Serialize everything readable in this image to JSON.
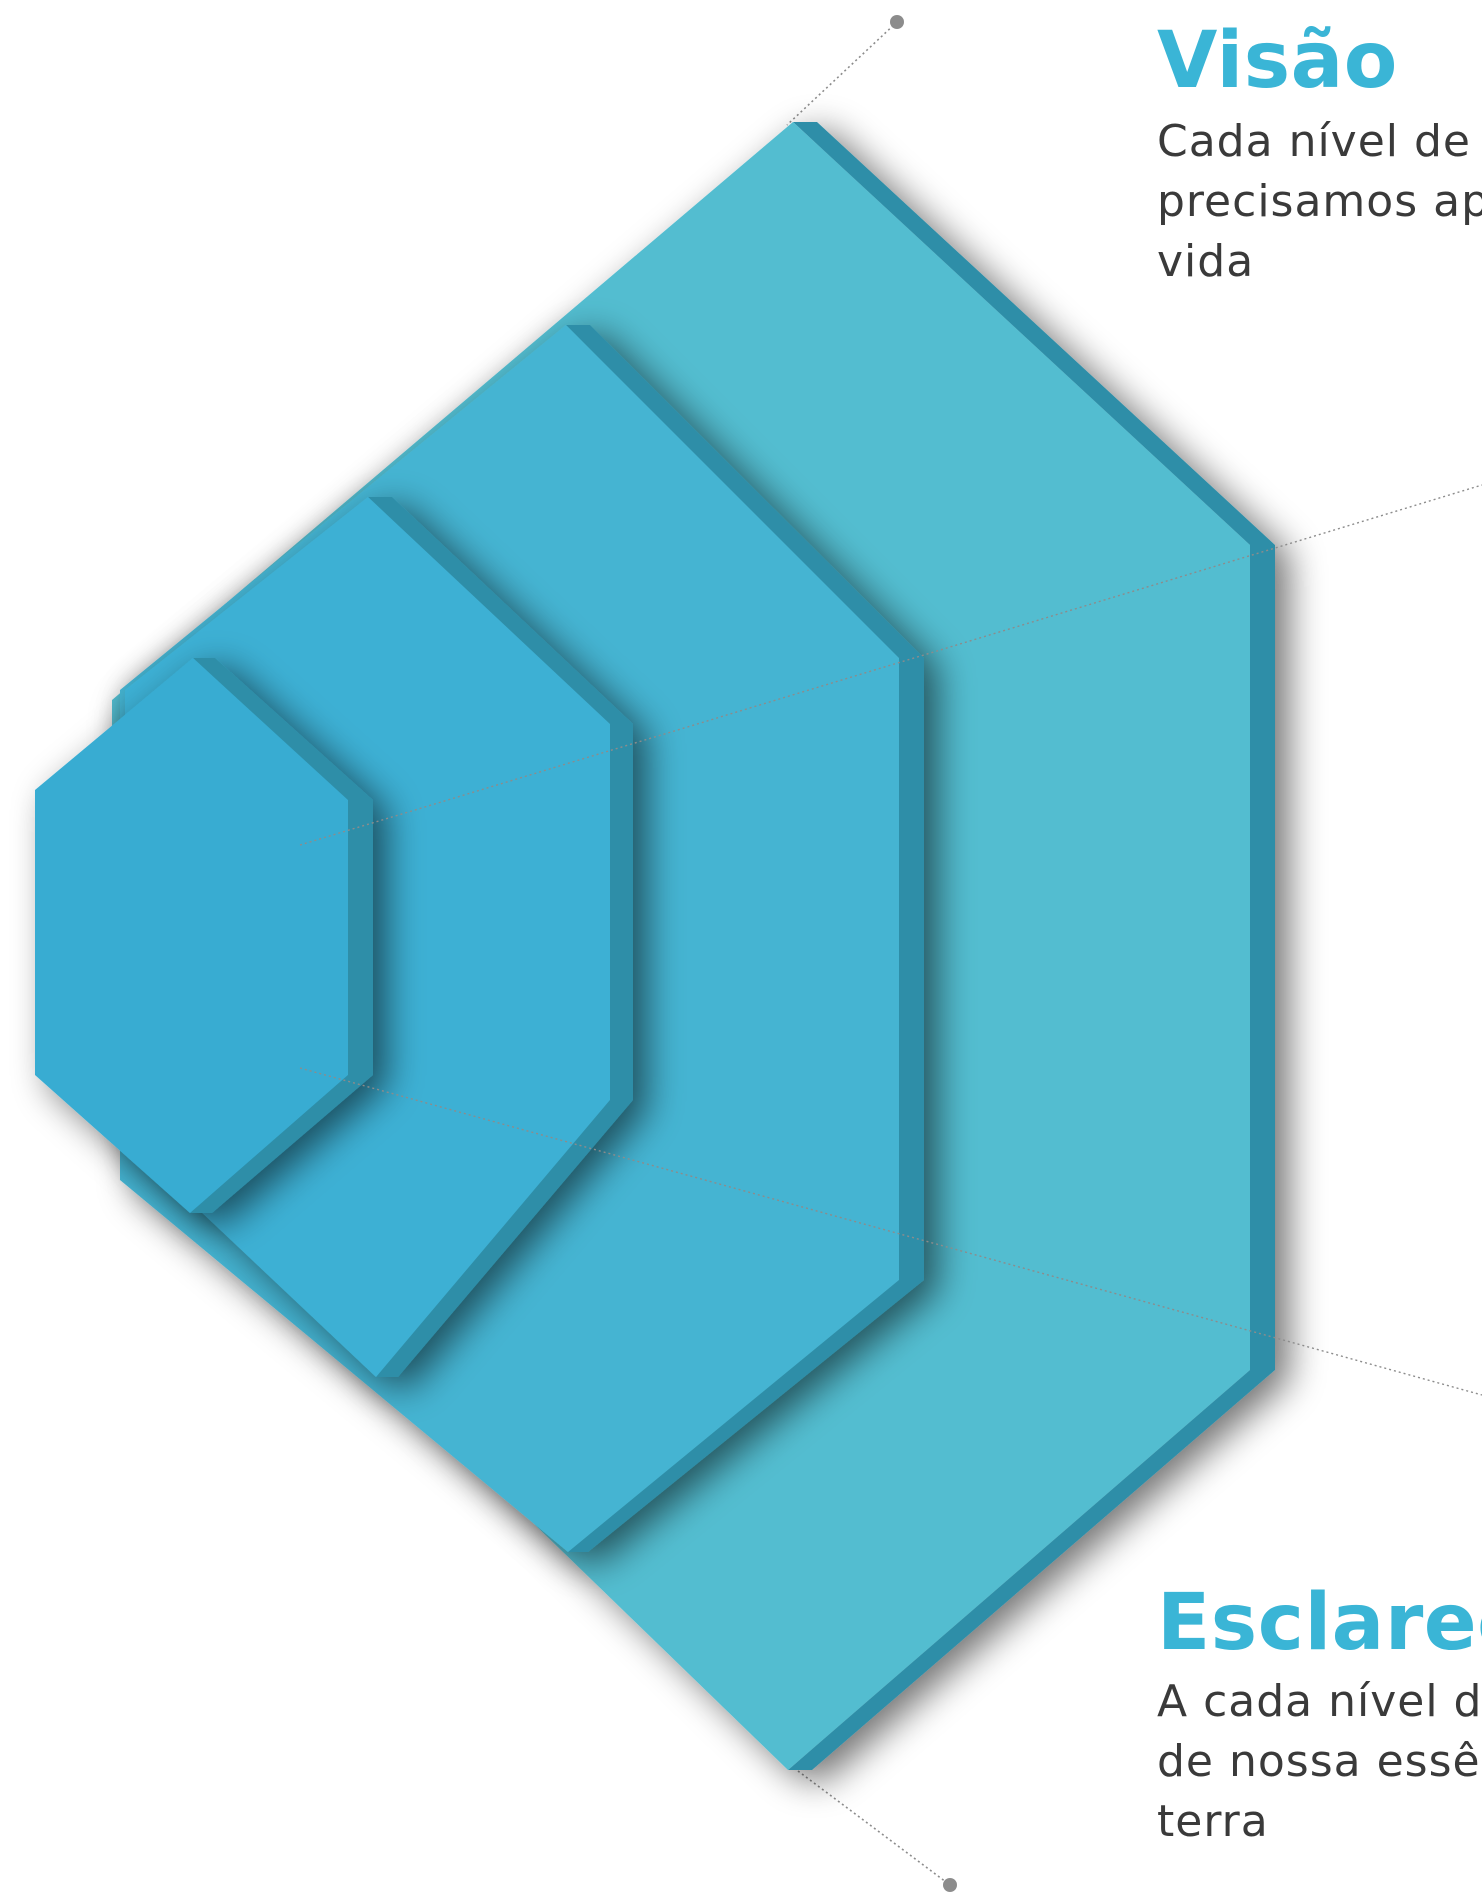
{
  "colors": {
    "accent": "#3ab5d6",
    "layer_outer": "#53bdd0",
    "layer_3": "#45b4d2",
    "layer_2": "#3db0d4",
    "layer_inner": "#37acd2",
    "edge": "#2f8ea8",
    "connector": "#8c8c8c",
    "body_text": "#3a3a3a"
  },
  "diagram": {
    "layers": [
      {
        "name": "layer-outer",
        "icon": "hexagon-plate"
      },
      {
        "name": "layer-3",
        "icon": "hexagon-plate"
      },
      {
        "name": "layer-2",
        "icon": "hexagon-plate"
      },
      {
        "name": "layer-inner",
        "icon": "hexagon-plate"
      }
    ]
  },
  "callouts": {
    "vision": {
      "title": "Visão",
      "lines": [
        "Cada nível de",
        "precisamos ap",
        "vida"
      ]
    },
    "enlightenment": {
      "title": "Esclarec",
      "lines": [
        "A cada nível d",
        "de nossa essê",
        "terra"
      ]
    }
  }
}
